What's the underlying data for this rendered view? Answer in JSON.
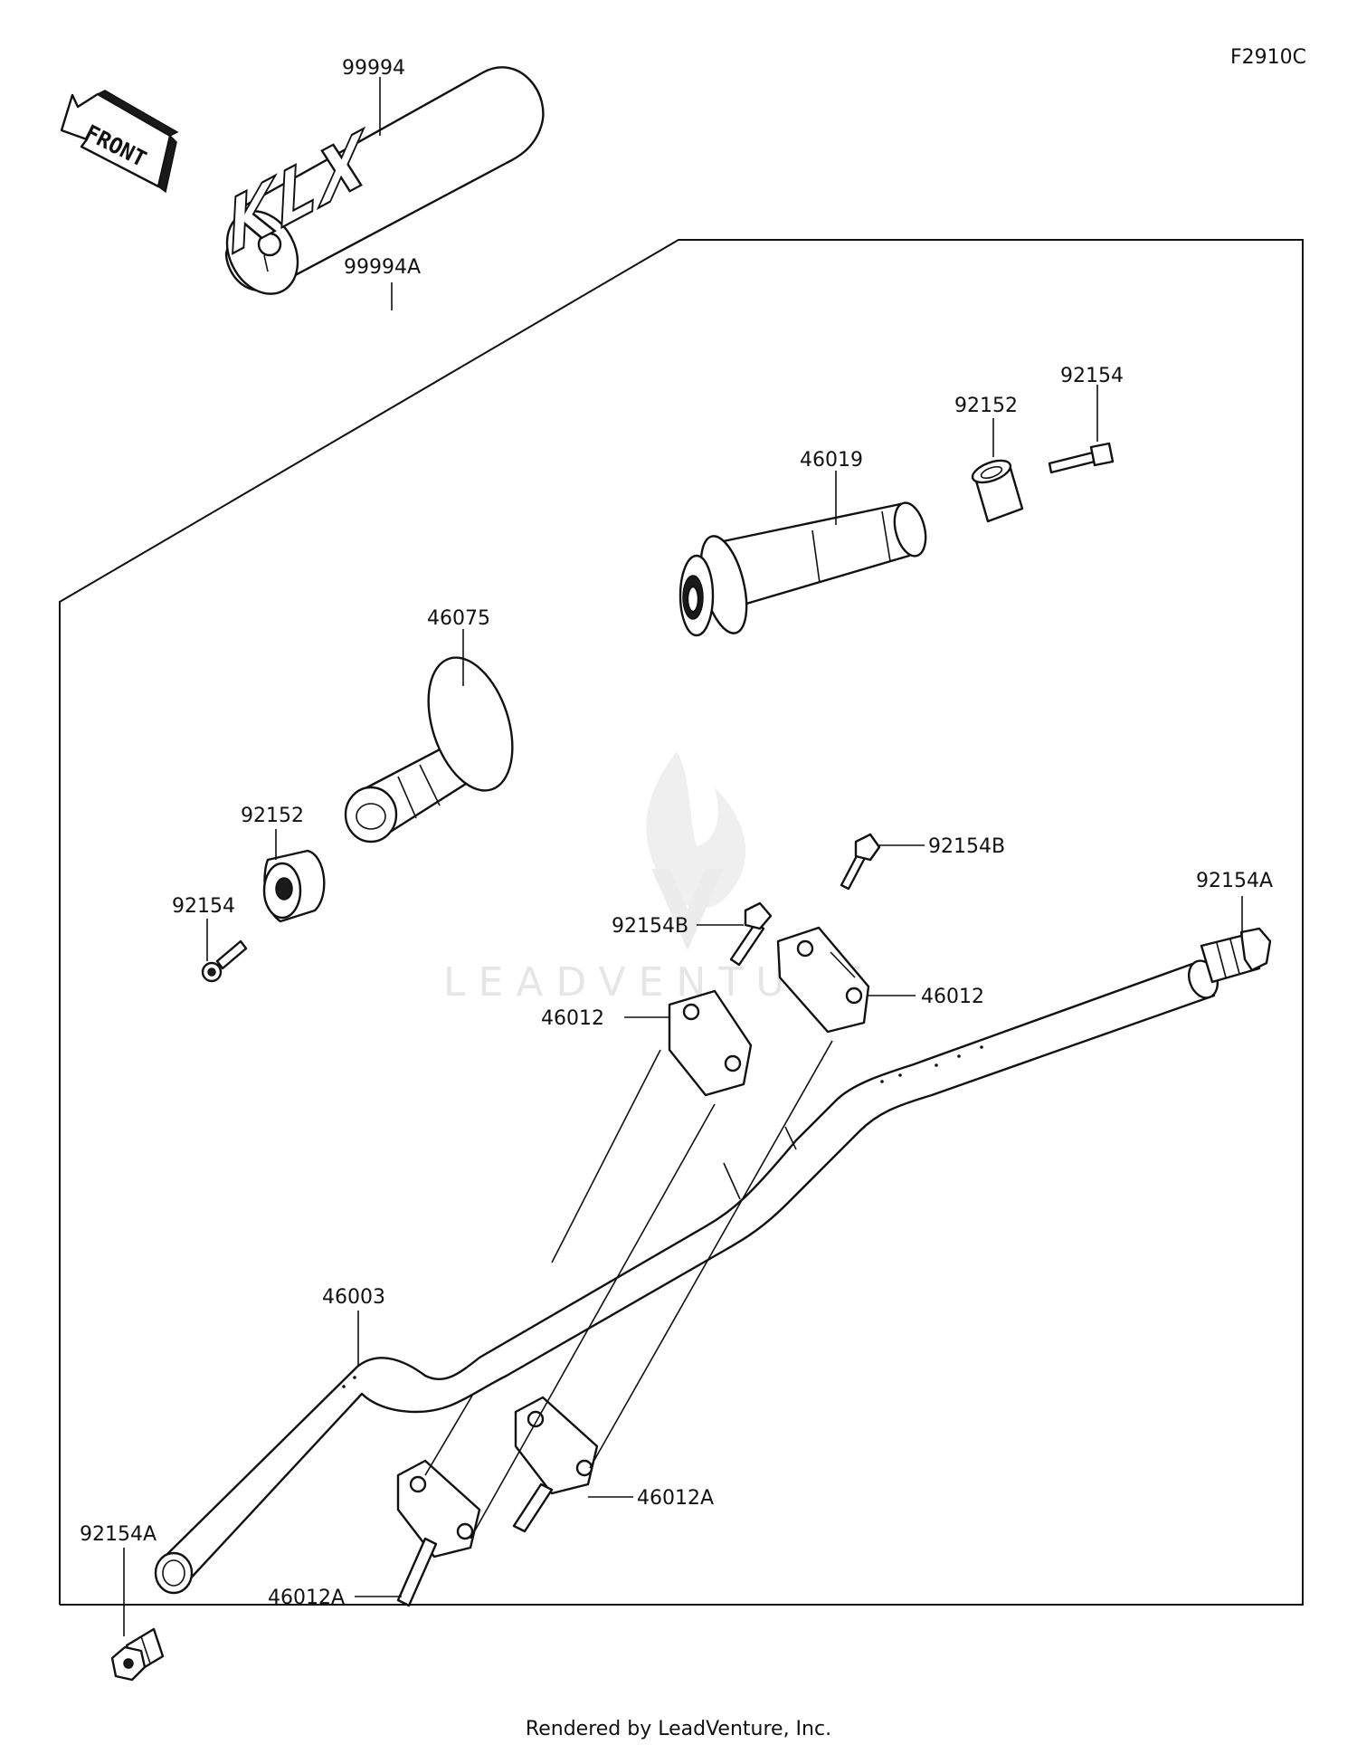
{
  "diagram_code": "F2910C",
  "front_label": "FRONT",
  "logo_text": "KLX",
  "watermark_text": "LEADVENTURE",
  "footer": "Rendered by LeadVenture, Inc.",
  "labels": {
    "pad": "99994",
    "set": "99994A",
    "grip_right": "46019",
    "cap_right": "92152",
    "screw_right": "92154",
    "grip_left": "46075",
    "cap_left": "92152",
    "screw_left": "92154",
    "clamp_bolt_mid": "92154B",
    "clamp_bolt_right": "92154B",
    "plug_right": "92154A",
    "clamp_upper_left": "46012",
    "clamp_upper_right": "46012",
    "handlebar": "46003",
    "plug_left": "92154A",
    "clamp_lower_left": "46012A",
    "clamp_lower_right": "46012A"
  }
}
